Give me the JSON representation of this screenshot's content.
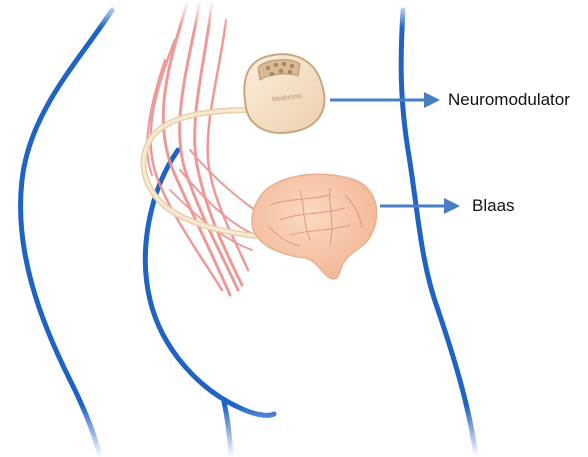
{
  "labels": {
    "neuromodulator": "Neuromodulator",
    "bladder": "Blaas"
  },
  "device_engraving": "Medtronic",
  "colors": {
    "body_outline": "#1f63c4",
    "nerves": "#ec8f8c",
    "device_body": "#f4dcc0",
    "device_edge": "#c9a67e",
    "bladder_fill": "#f7c5a5",
    "bladder_vein": "#d9876a",
    "arrow": "#4a7ec2",
    "text": "#111111"
  }
}
